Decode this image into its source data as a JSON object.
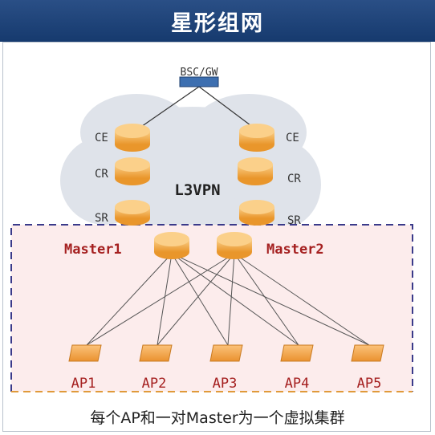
{
  "title": "星形组网",
  "top_node": "BSC/GW",
  "cloud_label": "L3VPN",
  "left_routers": [
    "CE",
    "CR",
    "SR"
  ],
  "right_routers": [
    "CE",
    "CR",
    "SR"
  ],
  "masters": [
    "Master1",
    "Master2"
  ],
  "aps": [
    "AP1",
    "AP2",
    "AP3",
    "AP4",
    "AP5"
  ],
  "caption": "每个AP和一对Master为一个虚拟集群",
  "colors": {
    "title_bg": "#1f4478",
    "router_fill": "#f5b24a",
    "cloud": "#dfe3ea",
    "cluster_border_top": "#3a3a8a",
    "cluster_border_bottom": "#e09a3a",
    "master_label": "#a52020"
  }
}
